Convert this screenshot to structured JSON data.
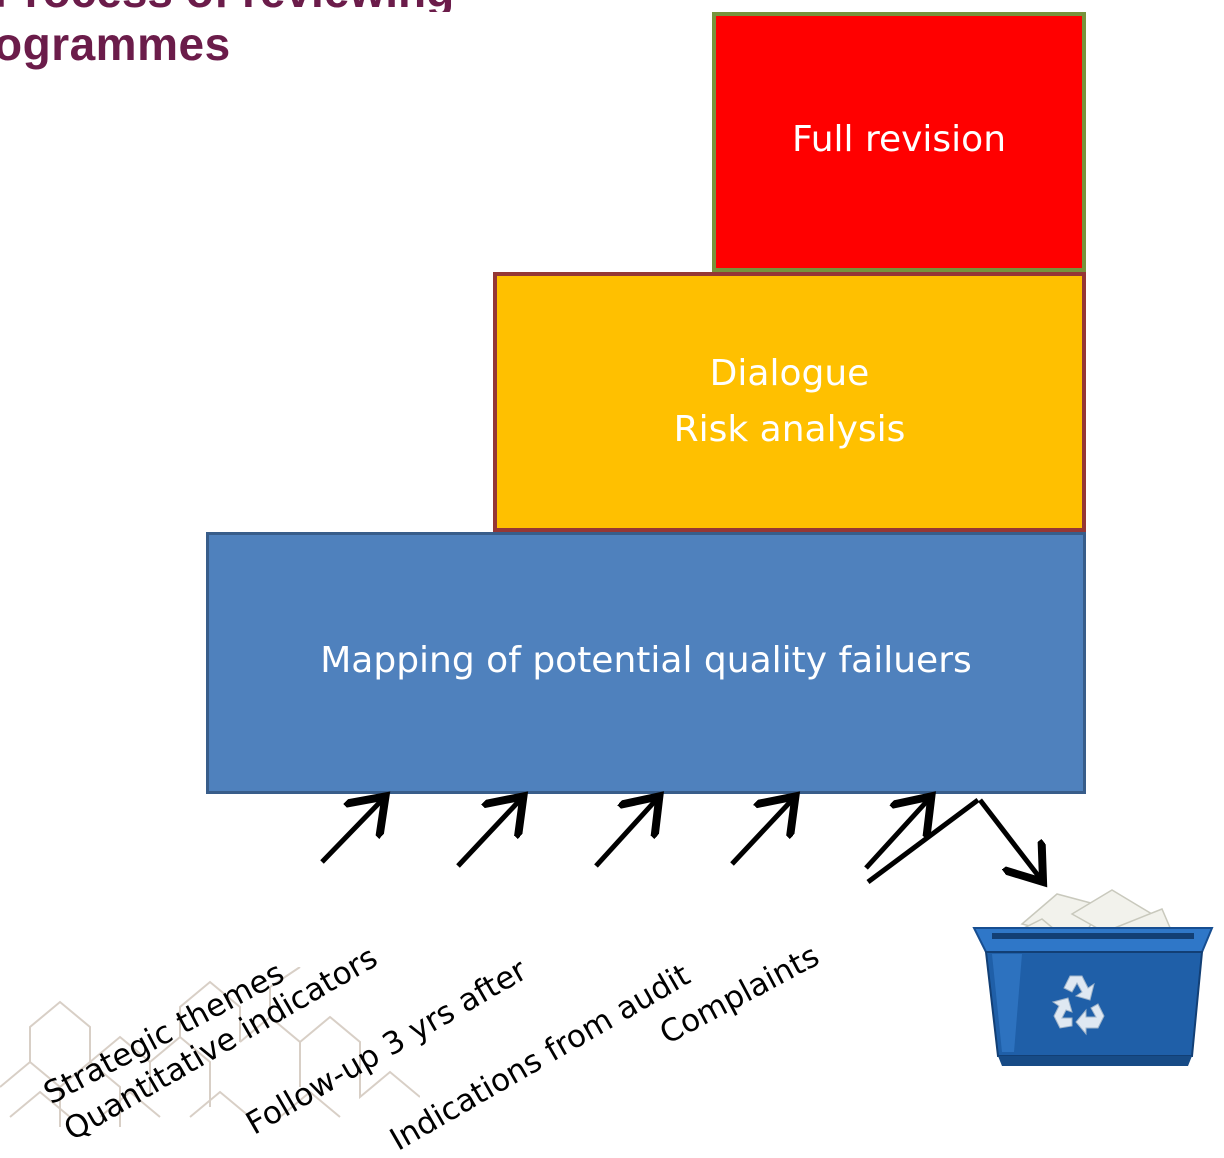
{
  "heading": {
    "line1_cut": "Process of reviewing",
    "line2": "ogrammes"
  },
  "levels": {
    "top": "Full revision",
    "middle": [
      "Dialogue",
      "Risk analysis"
    ],
    "bottom": "Mapping of potential quality failuers"
  },
  "inputs": [
    "Strategic themes",
    "Quantitative indicators",
    "Follow-up 3 yrs after",
    "Indications from audit",
    "Complaints"
  ],
  "colors": {
    "top_fill": "#ff0000",
    "top_border": "#77933c",
    "middle_fill": "#ffc000",
    "middle_border": "#953735",
    "bottom_fill": "#4f81bd",
    "bottom_border": "#385d8a",
    "heading": "#6b1c4a",
    "bin": "#1f5fa8"
  },
  "icons": [
    "recycle-bin-icon",
    "recycle-symbol-icon",
    "watermark-pattern"
  ]
}
